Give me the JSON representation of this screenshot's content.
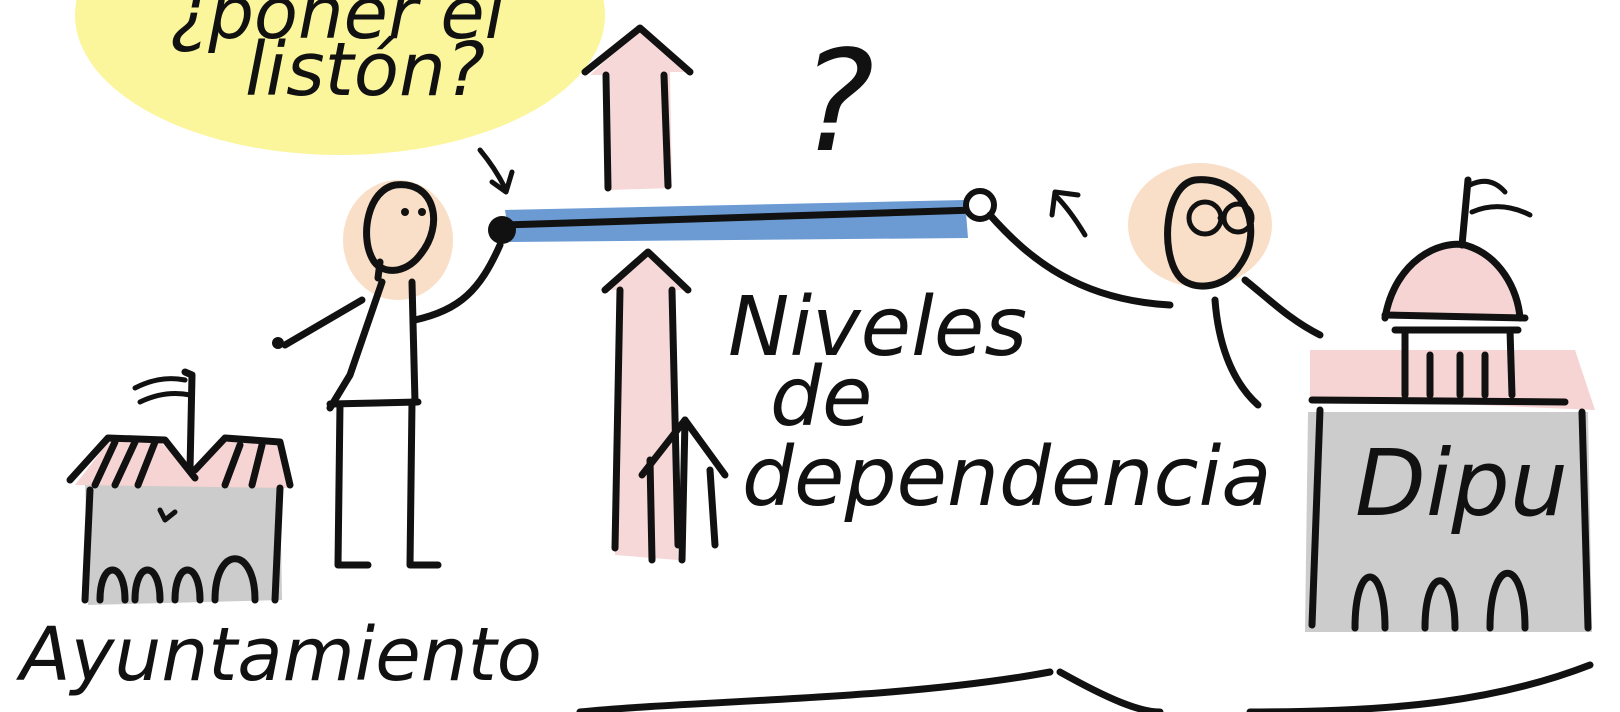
{
  "bubble": {
    "line1": "¿poner el",
    "line2": "listón?"
  },
  "question_mark": "?",
  "niveles_label": {
    "line1": "Niveles",
    "line2": "de",
    "line3": "dependencia"
  },
  "ayuntamiento_label": "Ayuntamiento",
  "dipu_label": "Dipu",
  "colors": {
    "bubble": "#fbf59c",
    "skin": "#f9dfc7",
    "arrow_fill": "#f7d8d8",
    "roof": "#f7d4d4",
    "building": "#cccccc",
    "bar": "#6c9bd4",
    "ink": "#111111"
  }
}
